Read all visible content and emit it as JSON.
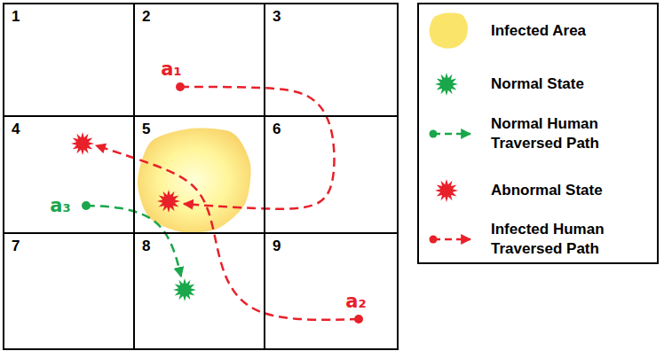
{
  "diagram": {
    "nodes": [
      {
        "text": [
          "1"
        ]
      },
      {
        "text": [
          "2"
        ]
      },
      {
        "text": [
          "3"
        ]
      },
      {
        "text": [
          "4"
        ]
      },
      {
        "text": [
          "5"
        ]
      },
      {
        "text": [
          "6"
        ]
      },
      {
        "text": [
          "7"
        ]
      },
      {
        "text": [
          "8"
        ]
      },
      {
        "text": [
          "9"
        ]
      }
    ],
    "labels": [
      "a₁",
      "a₂",
      "a₃"
    ],
    "legend": [
      {
        "text": "Infected Area",
        "color": "#fbe46a"
      },
      {
        "text": "Normal State"
      },
      {
        "text": "Normal Human Traversed Path"
      },
      {
        "text": "Abnormal State"
      },
      {
        "text": "Infected Human Traversed Path"
      }
    ]
  }
}
